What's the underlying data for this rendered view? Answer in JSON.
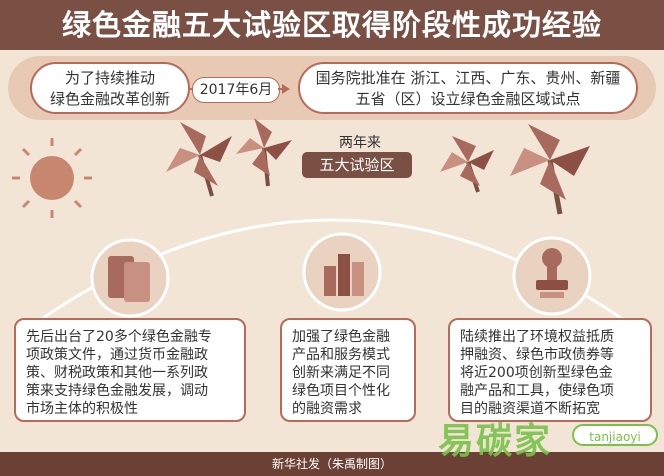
{
  "title": "绿色金融五大试验区取得阶段性成功经验",
  "top": {
    "left_lines": [
      "为了持续推动",
      "绿色金融改革创新"
    ],
    "date": "2017年6月",
    "right_lines": [
      "国务院批准在 浙江、江西、广东、贵州、新疆",
      "五省（区）设立绿色金融区域试点"
    ]
  },
  "center": {
    "small": "两年来",
    "badge": "五大试验区"
  },
  "cards": [
    {
      "lines": [
        "先后出台了20多个绿色金融专",
        "项政策文件，通过货币金融政",
        "策、财税政策和其他一系列政",
        "策来支持绿色金融发展，调动",
        "市场主体的积极性"
      ]
    },
    {
      "lines": [
        "加强了绿色金融",
        "产品和服务模式",
        "创新来满足不同",
        "绿色项目个性化",
        "的融资需求"
      ]
    },
    {
      "lines": [
        "陆续推出了环境权益抵质",
        "押融资、绿色市政债券等",
        "将近200项创新型绿色金",
        "融产品和工具，使绿色项",
        "目的融资渠道不断拓宽"
      ]
    }
  ],
  "footer": "新华社发（朱禹制图）",
  "watermark": {
    "text": "易碳家",
    "url": "tanjiaoyi"
  },
  "colors": {
    "brown": "#7a4f44",
    "accent": "#b86a5a",
    "background": "#f3e5d6",
    "watermark": "#79c24a"
  }
}
